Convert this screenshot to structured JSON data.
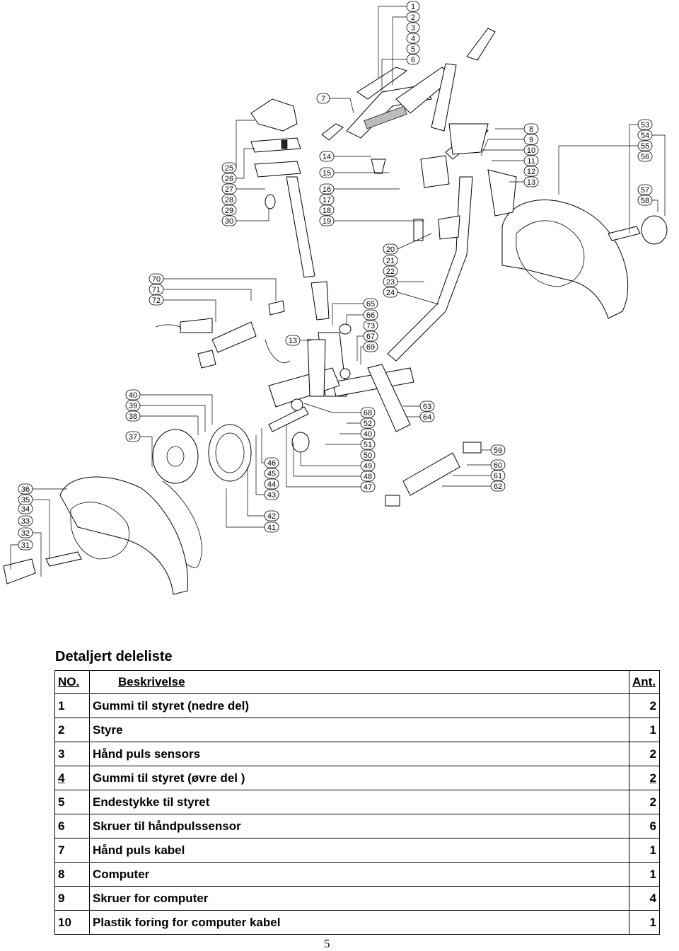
{
  "callouts": [
    "1",
    "2",
    "3",
    "4",
    "5",
    "6",
    "7",
    "8",
    "9",
    "10",
    "11",
    "12",
    "13",
    "14",
    "15",
    "16",
    "17",
    "18",
    "19",
    "20",
    "21",
    "22",
    "23",
    "24",
    "25",
    "26",
    "27",
    "28",
    "29",
    "30",
    "31",
    "32",
    "33",
    "34",
    "35",
    "36",
    "37",
    "38",
    "39",
    "40",
    "41",
    "42",
    "43",
    "44",
    "45",
    "46",
    "47",
    "48",
    "49",
    "50",
    "51",
    "52",
    "53",
    "54",
    "55",
    "56",
    "57",
    "58",
    "59",
    "60",
    "61",
    "62",
    "63",
    "64",
    "65",
    "66",
    "67",
    "68",
    "69",
    "70",
    "71",
    "72",
    "73"
  ],
  "title": "Detaljert deleliste",
  "table": {
    "headers": {
      "no": "NO.",
      "description": "Beskrivelse",
      "qty": "Ant."
    },
    "rows": [
      {
        "no": "1",
        "description": "Gummi til styret (nedre del)",
        "qty": "2"
      },
      {
        "no": "2",
        "description": "Styre",
        "qty": "1"
      },
      {
        "no": "3",
        "description": "Hånd puls sensors",
        "qty": "2"
      },
      {
        "no": "4",
        "description": "Gummi til styret (øvre del )",
        "qty": "2"
      },
      {
        "no": "5",
        "description": "Endestykke til styret",
        "qty": "2"
      },
      {
        "no": "6",
        "description": "Skruer til håndpulssensor",
        "qty": "6"
      },
      {
        "no": "7",
        "description": "Hånd puls kabel",
        "qty": "1"
      },
      {
        "no": "8",
        "description": "Computer",
        "qty": "1"
      },
      {
        "no": "9",
        "description": "Skruer for computer",
        "qty": "4"
      },
      {
        "no": "10",
        "description": "Plastik foring for computer kabel",
        "qty": "1"
      }
    ]
  },
  "page_number": "5"
}
